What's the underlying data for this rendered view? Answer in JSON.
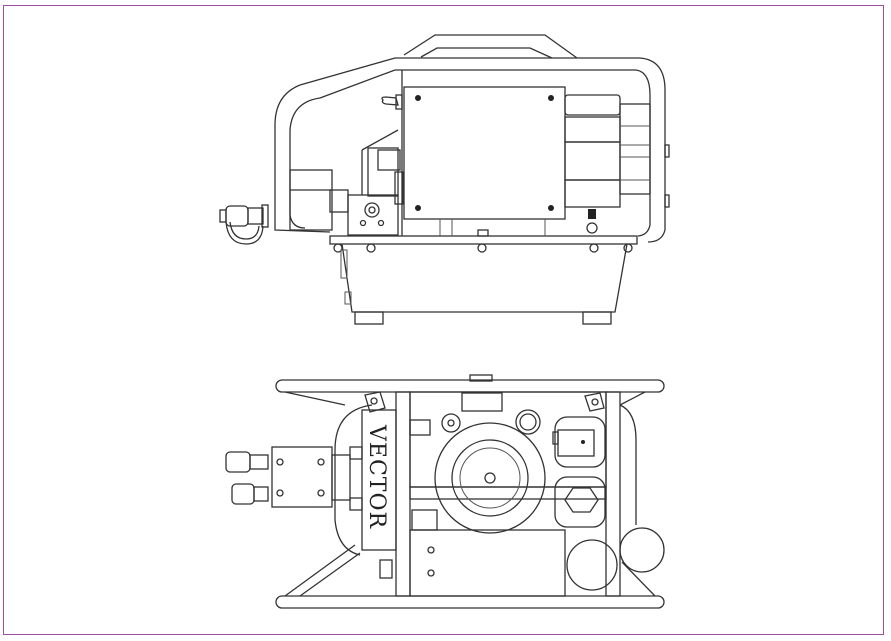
{
  "figure": {
    "description": "Technical line drawing of a portable hydraulic pump: side elevation (top) and plan view (bottom)",
    "views": [
      {
        "name": "side-view",
        "label": ""
      },
      {
        "name": "top-view",
        "label": ""
      }
    ],
    "brand_text": "VECTOR",
    "border_color": "#9b4f9c",
    "line_color": "#333333"
  }
}
